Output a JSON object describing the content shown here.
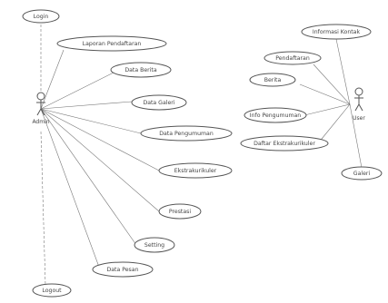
{
  "actors": {
    "admin": {
      "label": "Admin"
    },
    "user": {
      "label": "User"
    }
  },
  "use_cases": {
    "login": "Login",
    "laporan_pendaftaran": "Laporan Pendaftaran",
    "data_berita": "Data Berita",
    "data_galeri": "Data Galeri",
    "data_pengumuman": "Data Pengumuman",
    "ekstrakurikuler": "Ekstrakurikuler",
    "prestasi": "Prestasi",
    "setting": "Setting",
    "data_pesan": "Data Pesan",
    "logout": "Logout",
    "informasi_kontak": "Informasi Kontak",
    "pendaftaran": "Pendaftaran",
    "berita_u": "Berita",
    "info_pengumuman": "Info Pengumuman",
    "daftar_ekstrakurikuler": "Daftar Ekstrakurikuler",
    "galeri": "Galeri"
  }
}
